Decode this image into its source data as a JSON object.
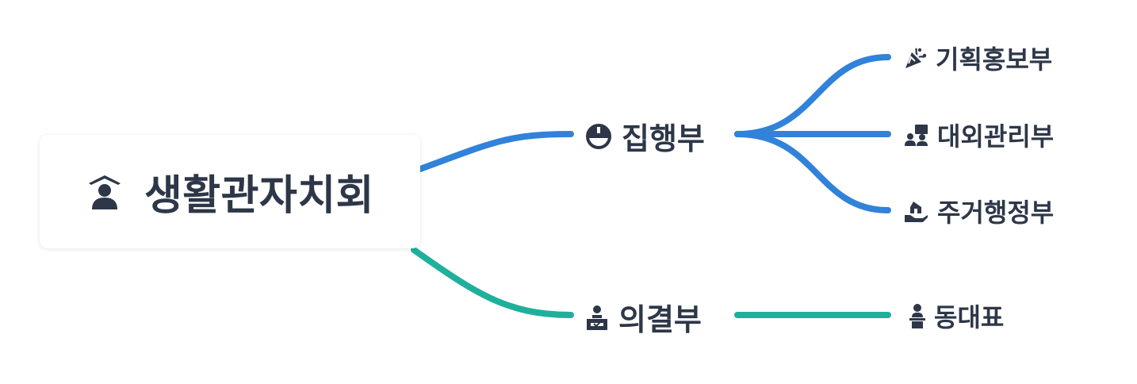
{
  "root": {
    "label": "생활관자치회",
    "icon": "student-icon"
  },
  "branches": [
    {
      "label": "집행부",
      "icon": "hard-hat-icon",
      "color": "#3182d9",
      "children": [
        {
          "label": "기획홍보부",
          "icon": "party-popper-icon"
        },
        {
          "label": "대외관리부",
          "icon": "people-group-icon"
        },
        {
          "label": "주거행정부",
          "icon": "hand-holding-home-icon"
        }
      ]
    },
    {
      "label": "의결부",
      "icon": "voting-box-icon",
      "color": "#1fb09c",
      "children": [
        {
          "label": "동대표",
          "icon": "person-podium-icon"
        }
      ]
    }
  ]
}
